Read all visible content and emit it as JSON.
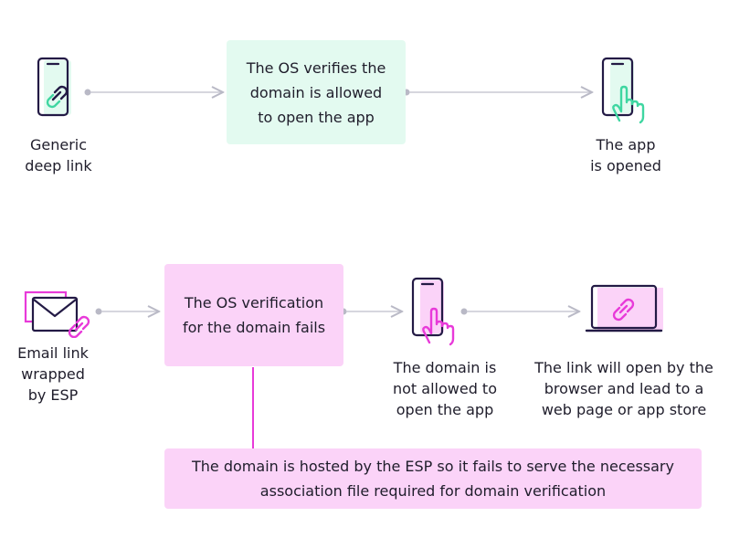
{
  "colors": {
    "text": "#1f1d2b",
    "green_box": "#e3faf0",
    "pink_box": "#fbd3f8",
    "accent_green": "#3fd6a1",
    "accent_pink": "#e83ad9",
    "connector": "#b9b9c6",
    "icon_stroke": "#231a45"
  },
  "top_flow": {
    "source_label": "Generic\ndeep link",
    "process_text": "The OS verifies the\ndomain is allowed\nto open the app",
    "result_label": "The app\nis opened"
  },
  "bottom_flow": {
    "source_label": "Email link\nwrapped\nby ESP",
    "process_text": "The OS verification\nfor the domain fails",
    "blocked_label": "The domain is\nnot allowed to\nopen the app",
    "fallback_label": "The link will open by the\nbrowser and lead to a\nweb page or app store",
    "note_text": "The domain is hosted by the ESP so it fails to serve the necessary\nassociation file required for domain verification"
  },
  "icons": {
    "top_source": "phone-link-icon",
    "top_result": "phone-tap-icon",
    "bottom_source": "email-link-icon",
    "bottom_blocked": "phone-tap-icon",
    "bottom_fallback": "laptop-link-icon"
  }
}
